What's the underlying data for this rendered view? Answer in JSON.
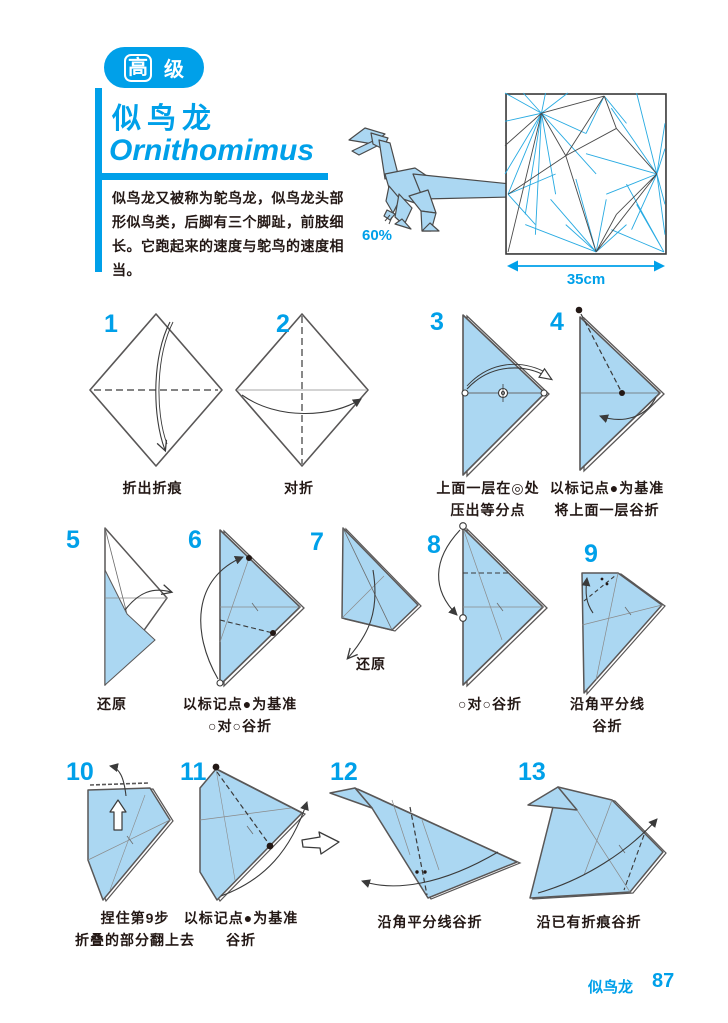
{
  "header": {
    "badge": [
      "高",
      "级"
    ],
    "title_cn": "似鸟龙",
    "title_en": "Ornithomimus",
    "description": "似鸟龙又被称为鸵鸟龙，似鸟龙头部形似鸟类，后脚有三个脚趾，前肢细长。它跑起来的速度与鸵鸟的速度相当。",
    "scale_label": "60%",
    "paper_size": "35cm"
  },
  "steps": [
    {
      "num": "1",
      "caption": [
        "折出折痕"
      ]
    },
    {
      "num": "2",
      "caption": [
        "对折"
      ]
    },
    {
      "num": "3",
      "caption": [
        "上面一层在◎处",
        "压出等分点"
      ]
    },
    {
      "num": "4",
      "caption": [
        "以标记点●为基准",
        "将上面一层谷折"
      ]
    },
    {
      "num": "5",
      "caption": [
        "还原"
      ]
    },
    {
      "num": "6",
      "caption": [
        "以标记点●为基准",
        "○对○谷折"
      ]
    },
    {
      "num": "7",
      "caption": [
        "还原"
      ]
    },
    {
      "num": "8",
      "caption": [
        "○对○谷折"
      ]
    },
    {
      "num": "9",
      "caption": [
        "沿角平分线",
        "谷折"
      ]
    },
    {
      "num": "10",
      "caption": [
        "捏住第9步",
        "折叠的部分翻上去"
      ]
    },
    {
      "num": "11",
      "caption": [
        "以标记点●为基准",
        "谷折"
      ]
    },
    {
      "num": "12",
      "caption": [
        "沿角平分线谷折"
      ]
    },
    {
      "num": "13",
      "caption": [
        "沿已有折痕谷折"
      ]
    }
  ],
  "footer": {
    "title": "似鸟龙",
    "page_number": "87"
  },
  "colors": {
    "accent": "#00A0E9",
    "paper_fill": "#ABD7F2",
    "crease_blue": "#29ABE2",
    "outline": "#595757",
    "ink": "#231815"
  }
}
